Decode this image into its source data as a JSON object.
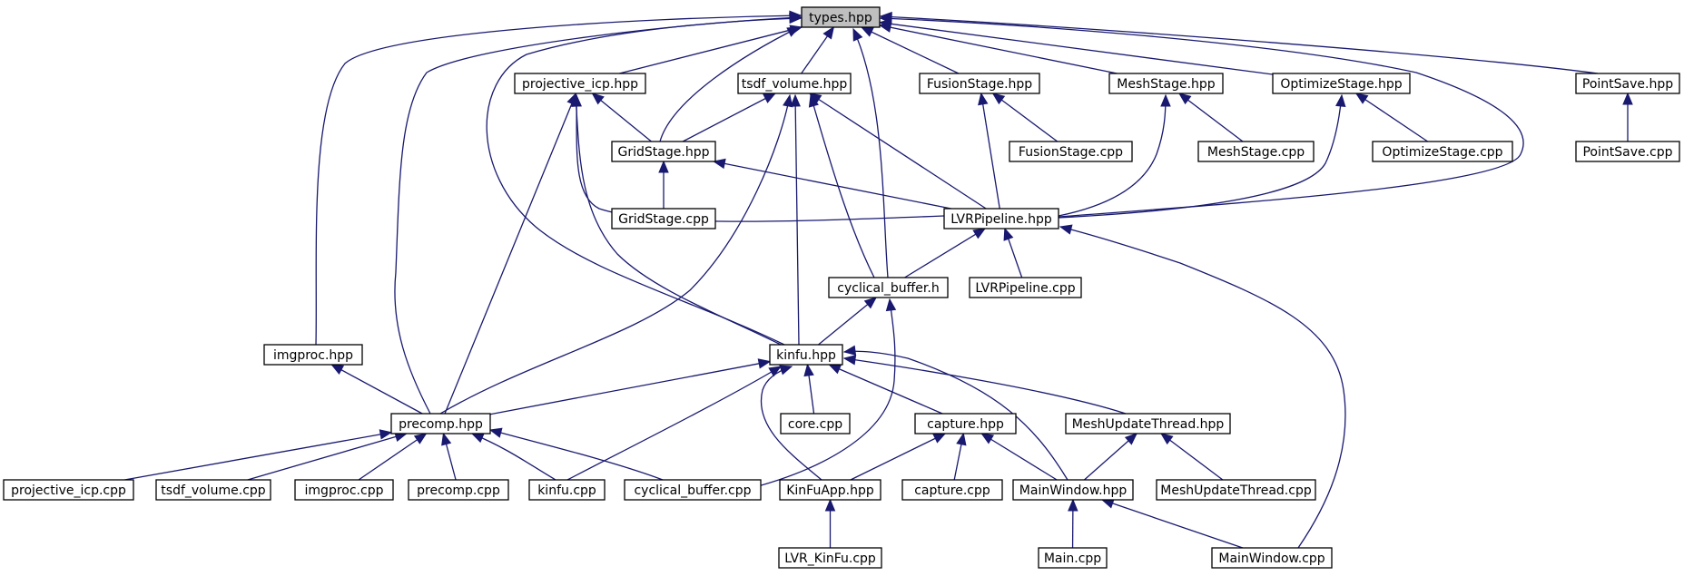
{
  "diagram": {
    "type": "include-dependency-graph",
    "root": "types_hpp",
    "nodes": [
      {
        "id": "types_hpp",
        "label": "types.hpp",
        "root": true
      },
      {
        "id": "projective_icp_hpp",
        "label": "projective_icp.hpp"
      },
      {
        "id": "tsdf_volume_hpp",
        "label": "tsdf_volume.hpp"
      },
      {
        "id": "FusionStage_hpp",
        "label": "FusionStage.hpp"
      },
      {
        "id": "MeshStage_hpp",
        "label": "MeshStage.hpp"
      },
      {
        "id": "OptimizeStage_hpp",
        "label": "OptimizeStage.hpp"
      },
      {
        "id": "PointSave_hpp",
        "label": "PointSave.hpp"
      },
      {
        "id": "GridStage_hpp",
        "label": "GridStage.hpp"
      },
      {
        "id": "FusionStage_cpp",
        "label": "FusionStage.cpp"
      },
      {
        "id": "MeshStage_cpp",
        "label": "MeshStage.cpp"
      },
      {
        "id": "OptimizeStage_cpp",
        "label": "OptimizeStage.cpp"
      },
      {
        "id": "PointSave_cpp",
        "label": "PointSave.cpp"
      },
      {
        "id": "GridStage_cpp",
        "label": "GridStage.cpp"
      },
      {
        "id": "LVRPipeline_hpp",
        "label": "LVRPipeline.hpp"
      },
      {
        "id": "cyclical_buffer_h",
        "label": "cyclical_buffer.h"
      },
      {
        "id": "LVRPipeline_cpp",
        "label": "LVRPipeline.cpp"
      },
      {
        "id": "imgproc_hpp",
        "label": "imgproc.hpp"
      },
      {
        "id": "kinfu_hpp",
        "label": "kinfu.hpp"
      },
      {
        "id": "precomp_hpp",
        "label": "precomp.hpp"
      },
      {
        "id": "core_cpp",
        "label": "core.cpp"
      },
      {
        "id": "capture_hpp",
        "label": "capture.hpp"
      },
      {
        "id": "MeshUpdateThread_hpp",
        "label": "MeshUpdateThread.hpp"
      },
      {
        "id": "projective_icp_cpp",
        "label": "projective_icp.cpp"
      },
      {
        "id": "tsdf_volume_cpp",
        "label": "tsdf_volume.cpp"
      },
      {
        "id": "imgproc_cpp",
        "label": "imgproc.cpp"
      },
      {
        "id": "precomp_cpp",
        "label": "precomp.cpp"
      },
      {
        "id": "kinfu_cpp",
        "label": "kinfu.cpp"
      },
      {
        "id": "cyclical_buffer_cpp",
        "label": "cyclical_buffer.cpp"
      },
      {
        "id": "KinFuApp_hpp",
        "label": "KinFuApp.hpp"
      },
      {
        "id": "capture_cpp",
        "label": "capture.cpp"
      },
      {
        "id": "MainWindow_hpp",
        "label": "MainWindow.hpp"
      },
      {
        "id": "MeshUpdateThread_cpp",
        "label": "MeshUpdateThread.cpp"
      },
      {
        "id": "LVR_KinFu_cpp",
        "label": "LVR_KinFu.cpp"
      },
      {
        "id": "Main_cpp",
        "label": "Main.cpp"
      },
      {
        "id": "MainWindow_cpp",
        "label": "MainWindow.cpp"
      }
    ],
    "edges": [
      {
        "from": "types_hpp",
        "to": "imgproc_hpp"
      },
      {
        "from": "types_hpp",
        "to": "precomp_hpp"
      },
      {
        "from": "types_hpp",
        "to": "kinfu_hpp"
      },
      {
        "from": "types_hpp",
        "to": "projective_icp_hpp"
      },
      {
        "from": "types_hpp",
        "to": "GridStage_hpp"
      },
      {
        "from": "types_hpp",
        "to": "tsdf_volume_hpp"
      },
      {
        "from": "types_hpp",
        "to": "cyclical_buffer_h"
      },
      {
        "from": "types_hpp",
        "to": "FusionStage_hpp"
      },
      {
        "from": "types_hpp",
        "to": "MeshStage_hpp"
      },
      {
        "from": "types_hpp",
        "to": "OptimizeStage_hpp"
      },
      {
        "from": "types_hpp",
        "to": "LVRPipeline_hpp"
      },
      {
        "from": "types_hpp",
        "to": "PointSave_hpp"
      },
      {
        "from": "projective_icp_hpp",
        "to": "GridStage_hpp"
      },
      {
        "from": "projective_icp_hpp",
        "to": "LVRPipeline_hpp"
      },
      {
        "from": "projective_icp_hpp",
        "to": "kinfu_hpp"
      },
      {
        "from": "projective_icp_hpp",
        "to": "precomp_hpp"
      },
      {
        "from": "tsdf_volume_hpp",
        "to": "GridStage_hpp"
      },
      {
        "from": "tsdf_volume_hpp",
        "to": "LVRPipeline_hpp"
      },
      {
        "from": "tsdf_volume_hpp",
        "to": "cyclical_buffer_h"
      },
      {
        "from": "tsdf_volume_hpp",
        "to": "kinfu_hpp"
      },
      {
        "from": "tsdf_volume_hpp",
        "to": "precomp_hpp"
      },
      {
        "from": "FusionStage_hpp",
        "to": "FusionStage_cpp"
      },
      {
        "from": "FusionStage_hpp",
        "to": "LVRPipeline_hpp"
      },
      {
        "from": "MeshStage_hpp",
        "to": "MeshStage_cpp"
      },
      {
        "from": "MeshStage_hpp",
        "to": "LVRPipeline_hpp"
      },
      {
        "from": "OptimizeStage_hpp",
        "to": "OptimizeStage_cpp"
      },
      {
        "from": "OptimizeStage_hpp",
        "to": "LVRPipeline_hpp"
      },
      {
        "from": "PointSave_hpp",
        "to": "PointSave_cpp"
      },
      {
        "from": "GridStage_hpp",
        "to": "GridStage_cpp"
      },
      {
        "from": "GridStage_hpp",
        "to": "LVRPipeline_hpp"
      },
      {
        "from": "LVRPipeline_hpp",
        "to": "cyclical_buffer_h"
      },
      {
        "from": "LVRPipeline_hpp",
        "to": "LVRPipeline_cpp"
      },
      {
        "from": "LVRPipeline_hpp",
        "to": "MainWindow_cpp"
      },
      {
        "from": "cyclical_buffer_h",
        "to": "kinfu_hpp"
      },
      {
        "from": "cyclical_buffer_h",
        "to": "cyclical_buffer_cpp"
      },
      {
        "from": "imgproc_hpp",
        "to": "precomp_hpp"
      },
      {
        "from": "kinfu_hpp",
        "to": "precomp_hpp"
      },
      {
        "from": "kinfu_hpp",
        "to": "kinfu_cpp"
      },
      {
        "from": "kinfu_hpp",
        "to": "KinFuApp_hpp"
      },
      {
        "from": "kinfu_hpp",
        "to": "core_cpp"
      },
      {
        "from": "kinfu_hpp",
        "to": "capture_hpp"
      },
      {
        "from": "kinfu_hpp",
        "to": "MainWindow_hpp"
      },
      {
        "from": "kinfu_hpp",
        "to": "MeshUpdateThread_hpp"
      },
      {
        "from": "precomp_hpp",
        "to": "projective_icp_cpp"
      },
      {
        "from": "precomp_hpp",
        "to": "tsdf_volume_cpp"
      },
      {
        "from": "precomp_hpp",
        "to": "imgproc_cpp"
      },
      {
        "from": "precomp_hpp",
        "to": "precomp_cpp"
      },
      {
        "from": "precomp_hpp",
        "to": "kinfu_cpp"
      },
      {
        "from": "precomp_hpp",
        "to": "cyclical_buffer_cpp"
      },
      {
        "from": "capture_hpp",
        "to": "KinFuApp_hpp"
      },
      {
        "from": "capture_hpp",
        "to": "capture_cpp"
      },
      {
        "from": "capture_hpp",
        "to": "MainWindow_hpp"
      },
      {
        "from": "MeshUpdateThread_hpp",
        "to": "MainWindow_hpp"
      },
      {
        "from": "MeshUpdateThread_hpp",
        "to": "MeshUpdateThread_cpp"
      },
      {
        "from": "KinFuApp_hpp",
        "to": "LVR_KinFu_cpp"
      },
      {
        "from": "MainWindow_hpp",
        "to": "Main_cpp"
      },
      {
        "from": "MainWindow_hpp",
        "to": "MainWindow_cpp"
      }
    ]
  }
}
